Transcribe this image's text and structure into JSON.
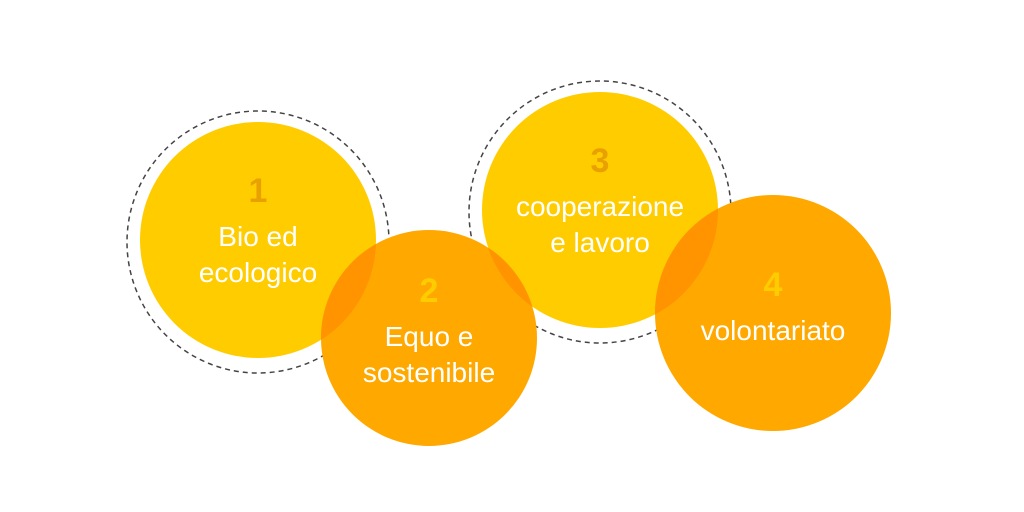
{
  "colors": {
    "yellow": "#FFCC00",
    "orange": "#FFA800",
    "overlap": "#FF9400",
    "dashed": "#444444",
    "yellow_number": "#E8A100",
    "orange_number": "#FFCC00"
  },
  "circles": [
    {
      "number": "1",
      "lines": [
        "Bio ed",
        "ecologico"
      ]
    },
    {
      "number": "2",
      "lines": [
        "Equo e",
        "sostenibile"
      ]
    },
    {
      "number": "3",
      "lines": [
        "cooperazione",
        "e lavoro"
      ]
    },
    {
      "number": "4",
      "lines": [
        "volontariato"
      ]
    }
  ]
}
